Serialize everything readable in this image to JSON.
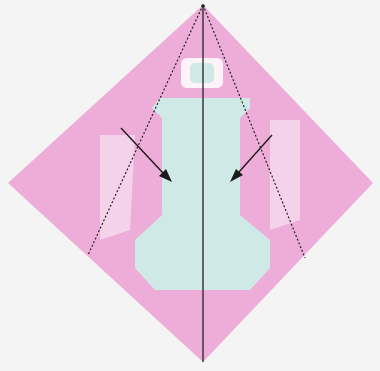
{
  "colors": {
    "background": "#f4f4f4",
    "paper_pink": "#eeadd8",
    "paper_light_pink": "#f4d3ea",
    "mint": "#cfe9e6",
    "line": "#222222",
    "arrow": "#1a1a1a"
  },
  "folds": {
    "center_crease": "valley-fold",
    "side_folds": "dotted-fold-lines",
    "arrows": "fold-direction-arrows"
  }
}
